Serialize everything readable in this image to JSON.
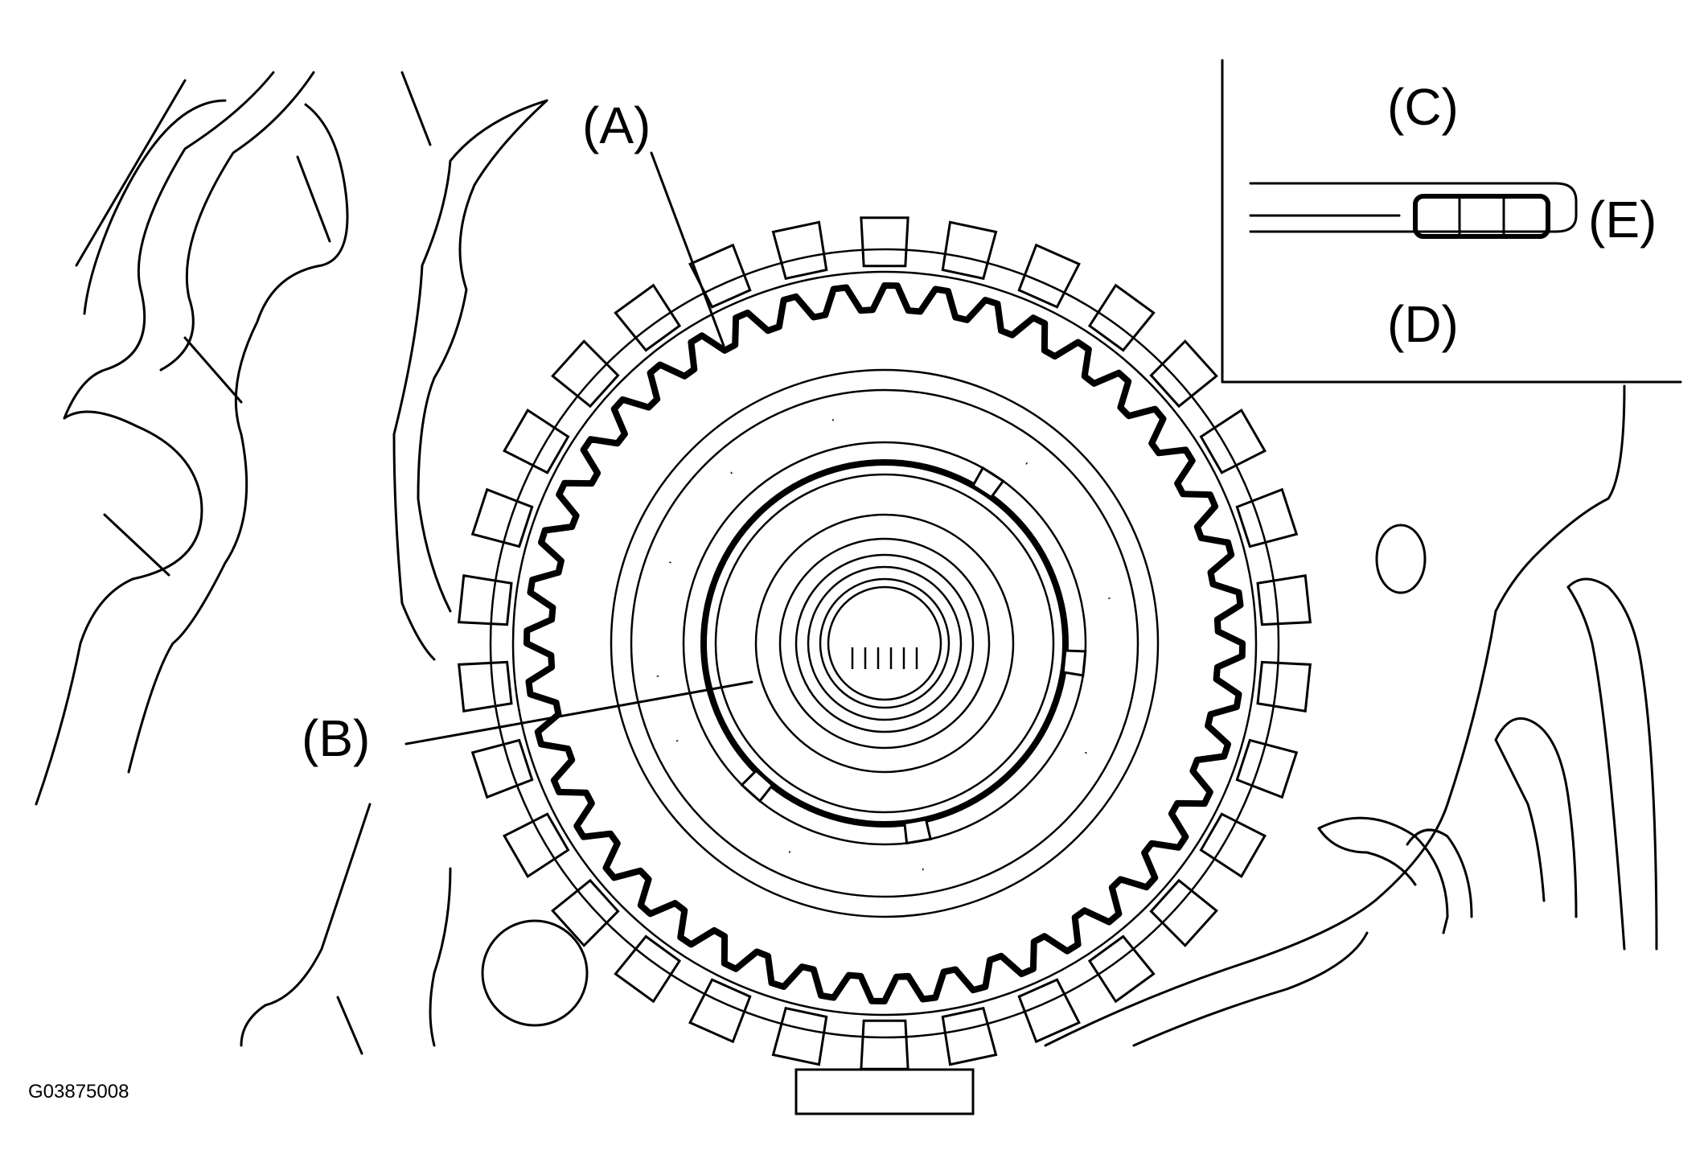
{
  "diagram": {
    "callouts": {
      "a": "(A)",
      "b": "(B)",
      "c": "(C)",
      "d": "(D)",
      "e": "(E)"
    },
    "figure_id": "G03875008"
  }
}
